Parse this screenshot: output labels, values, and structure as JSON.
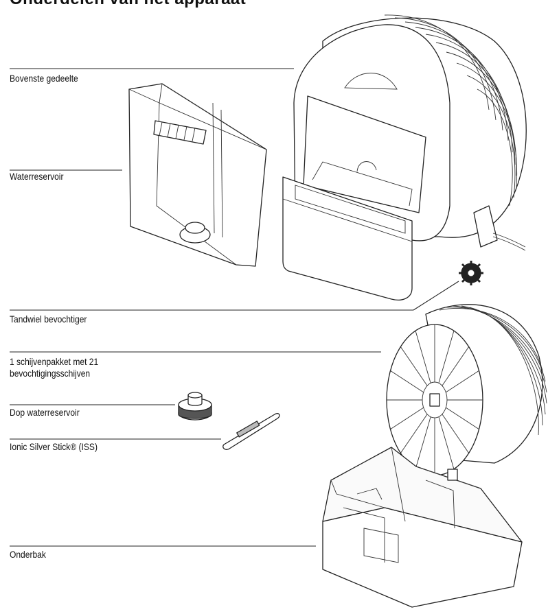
{
  "heading": "Onderdelen van het apparaat",
  "labels": {
    "upper_part": "Bovenste gedeelte",
    "water_tank": "Waterreservoir",
    "gear": "Tandwiel bevochtiger",
    "disc_pack_line1": "1 schijvenpakket met 21",
    "disc_pack_line2": "bevochtigingsschijven",
    "tank_cap": "Dop waterreservoir",
    "iss": "Ionic Silver Stick® (ISS)",
    "base": "Onderbak"
  }
}
